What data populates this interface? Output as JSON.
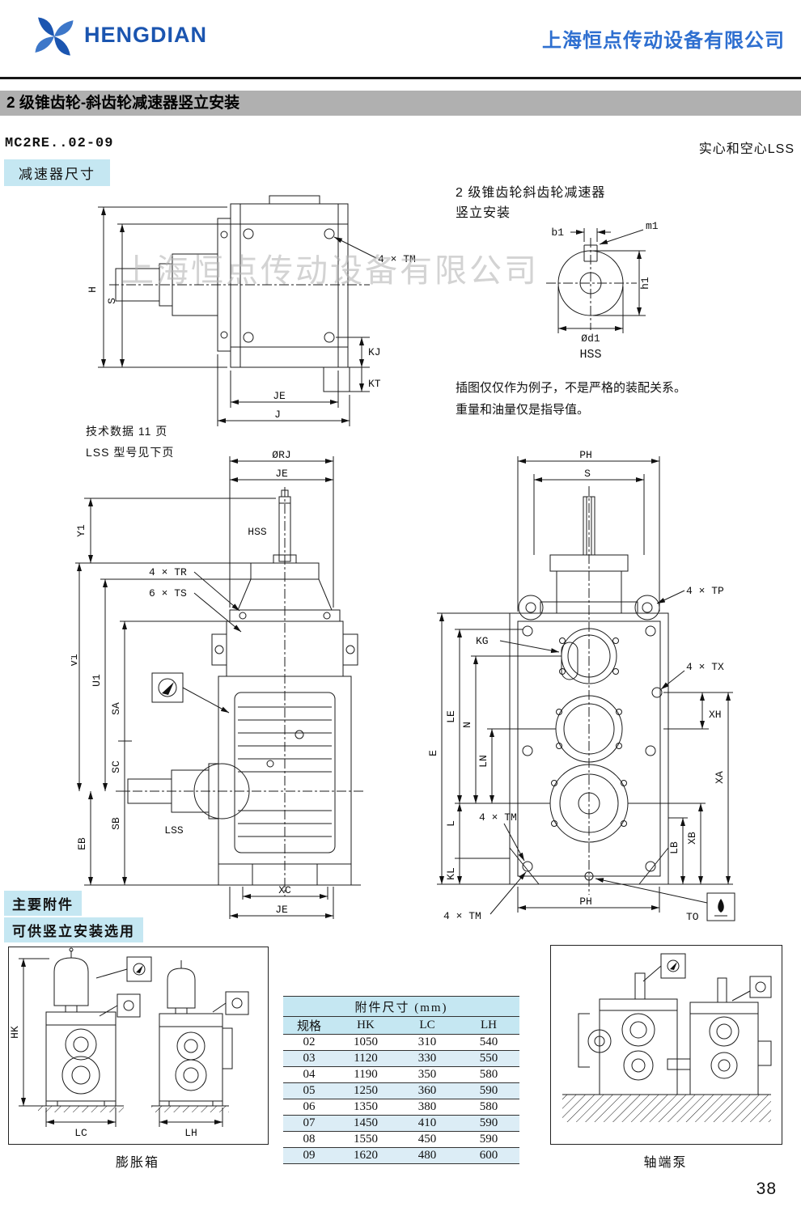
{
  "header": {
    "brand": "HENGDIAN",
    "company": "上海恒点传动设备有限公司"
  },
  "title_bar": {
    "text": "2 级锥齿轮-斜齿轮减速器竖立安装"
  },
  "model_line": {
    "model": "MC2RE..02-09",
    "shaft_note": "实心和空心LSS"
  },
  "sections": {
    "dimensions_label": "减速器尺寸",
    "accessories_label_line1": "主要附件",
    "accessories_label_line2": "可供竖立安装选用"
  },
  "watermark": "上海恒点传动设备有限公司",
  "intro": {
    "line1": "2 级锥齿轮斜齿轮减速器",
    "line2": "竖立安装",
    "note1": "插图仅仅作为例子，不是严格的装配关系。",
    "note2": "重量和油量仅是指导值。",
    "ref1": "技术数据 11 页",
    "ref2": "LSS 型号见下页"
  },
  "hss_detail": {
    "b1": "b1",
    "m1": "m1",
    "h1": "h1",
    "d1": "Ød1",
    "caption": "HSS"
  },
  "drawing_side_top": {
    "tm": "4 × TM",
    "h": "H",
    "s": "S",
    "kj": "KJ",
    "kt": "KT",
    "je": "JE",
    "j": "J"
  },
  "drawing_front": {
    "rj": "ØRJ",
    "je_top": "JE",
    "y1": "Y1",
    "hss": "HSS",
    "tr": "4 × TR",
    "ts": "6 × TS",
    "v1": "V1",
    "u1": "U1",
    "sa": "SA",
    "sc": "SC",
    "sb": "SB",
    "eb": "EB",
    "lss": "LSS",
    "xc": "XC",
    "je_bottom": "JE"
  },
  "drawing_rear": {
    "ph_top": "PH",
    "s": "S",
    "tp": "4 × TP",
    "kg": "KG",
    "tx": "4 × TX",
    "xh": "XH",
    "le": "LE",
    "n": "N",
    "e": "E",
    "ln": "LN",
    "l": "L",
    "tm_mid": "4 × TM",
    "lb": "LB",
    "xb": "XB",
    "xa": "XA",
    "kl": "KL",
    "ph_bottom": "PH",
    "to": "TO",
    "tm_bottom": "4 × TM"
  },
  "accessories": {
    "hk": "HK",
    "lc": "LC",
    "lh": "LH",
    "left_caption": "膨胀箱",
    "right_caption": "轴端泵"
  },
  "accessory_table": {
    "title": "附件尺寸 (mm)",
    "headers": [
      "规格",
      "HK",
      "LC",
      "LH"
    ],
    "rows": [
      [
        "02",
        "1050",
        "310",
        "540"
      ],
      [
        "03",
        "1120",
        "330",
        "550"
      ],
      [
        "04",
        "1190",
        "350",
        "580"
      ],
      [
        "05",
        "1250",
        "360",
        "590"
      ],
      [
        "06",
        "1350",
        "380",
        "580"
      ],
      [
        "07",
        "1450",
        "410",
        "590"
      ],
      [
        "08",
        "1550",
        "450",
        "590"
      ],
      [
        "09",
        "1620",
        "480",
        "600"
      ]
    ]
  },
  "page_number": "38",
  "colors": {
    "brand_blue": "#1b55b0",
    "company_blue": "#2e6fd0",
    "section_bg": "#c5e7f2",
    "title_bar_bg": "#b0b0b0",
    "table_stripe": "#dcedf6"
  }
}
